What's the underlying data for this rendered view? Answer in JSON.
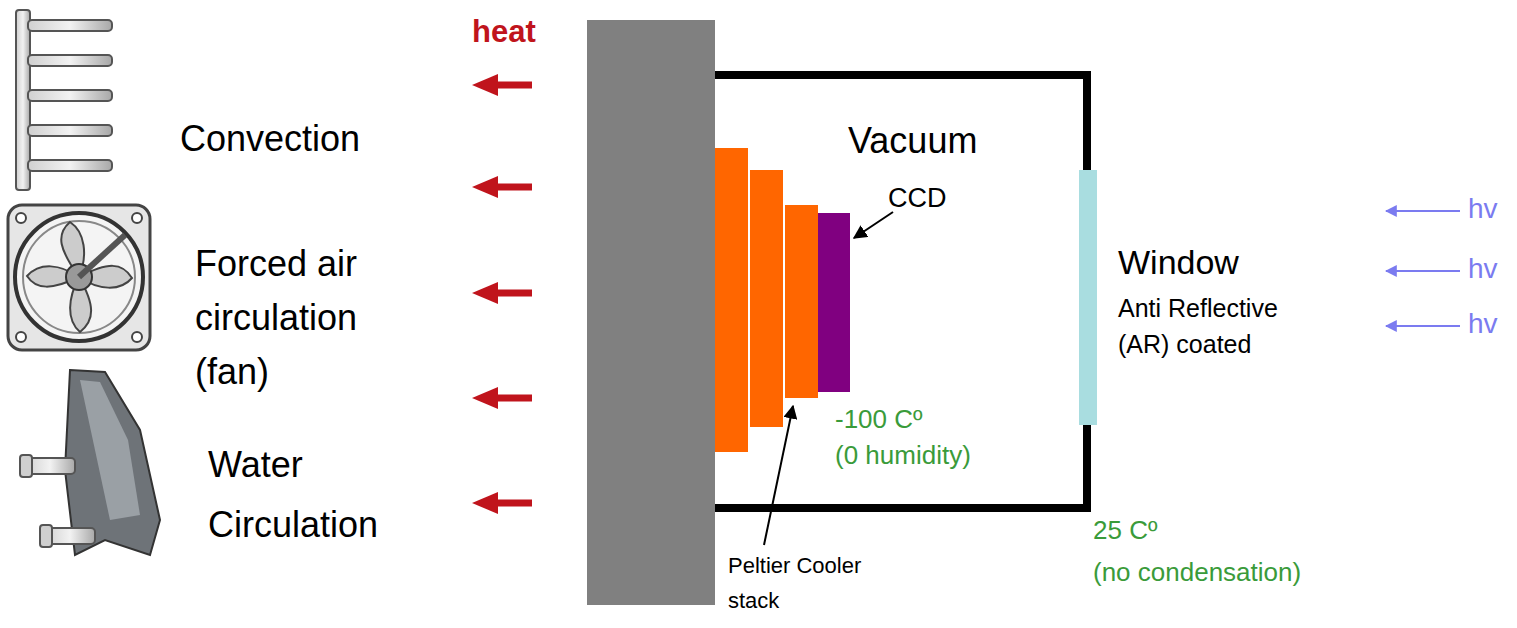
{
  "diagram": {
    "labels": [
      "heat",
      "Convection",
      "Forced air circulation (fan)",
      "Water Circulation",
      "Vacuum",
      "CCD",
      "-100 Cº",
      "(0 humidity)",
      "Peltier Cooler stack",
      "Window",
      "Anti Reflective (AR) coated",
      "hv",
      "hv",
      "hv",
      "25 Cº",
      "(no condensation)"
    ]
  }
}
